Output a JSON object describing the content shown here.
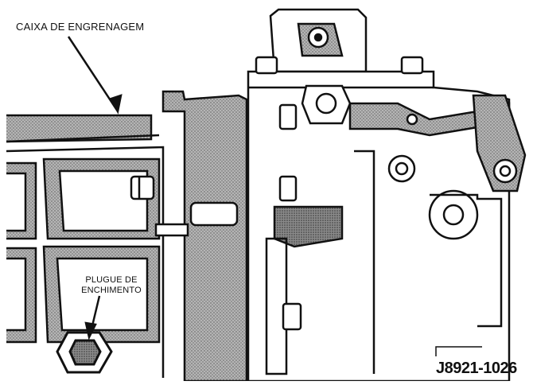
{
  "figure": {
    "callouts": {
      "gear_case": "CAIXA DE ENGRENAGEM",
      "fill_plug_line1": "PLUGUE DE",
      "fill_plug_line2": "ENCHIMENTO"
    },
    "figure_id": "J8921-1026"
  },
  "colors": {
    "ink": "#111111",
    "paper": "#ffffff",
    "stipple": "#8c8c8c"
  }
}
